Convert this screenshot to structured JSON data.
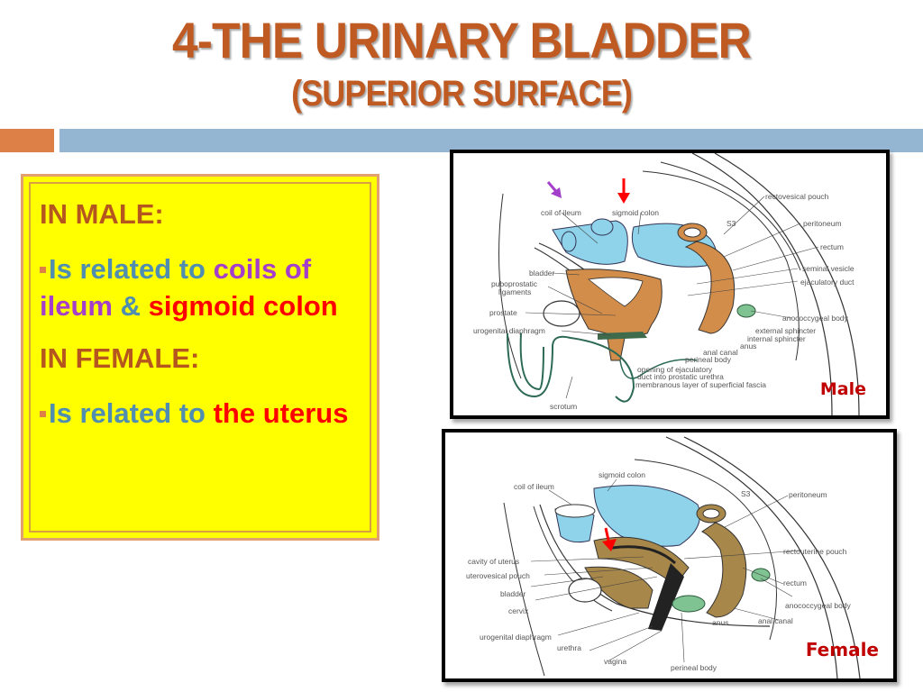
{
  "slide": {
    "title": "4-THE URINARY BLADDER",
    "subtitle": "(SUPERIOR SURFACE)",
    "colors": {
      "title": "#bf5a23",
      "accent_orange": "#dd8047",
      "accent_blue": "#94b6d2",
      "box_background": "#ffff00",
      "text_blue": "#4f8db1",
      "text_purple": "#a43fcb",
      "text_red": "#ff0000",
      "caption_red": "#c00000"
    }
  },
  "info_box": {
    "male_heading": "IN MALE:",
    "male_point": {
      "part1": "Is related to ",
      "part2": "coils of ileum",
      "part3": " & ",
      "part4": "sigmoid colon"
    },
    "female_heading": "IN FEMALE:",
    "female_point": {
      "part1": "Is related to ",
      "part2": "the uterus"
    }
  },
  "male_diagram": {
    "caption": "Male",
    "labels": {
      "coil_of_ileum": "coil of  ileum",
      "sigmoid_colon": "sigmoid colon",
      "rectovesical_pouch": "rectovesical pouch",
      "s3": "S3",
      "peritoneum": "peritoneum",
      "rectum": "rectum",
      "seminal_vesicle": "seminal vesicle",
      "ejaculatory_duct": "ejaculatory duct",
      "bladder": "bladder",
      "puboprostatic_1": "puboprostatic",
      "puboprostatic_2": "ligaments",
      "prostate": "prostate",
      "urogenital_diaphragm": "urogenital diaphragm",
      "anococcygeal_body": "anococcygeal body",
      "external_sphincter": "external sphincter",
      "internal_sphincter": "internal sphincter",
      "anus": "anus",
      "anal_canal": "anal canal",
      "perineal_body": "perineal body",
      "opening_1": "opening of ejaculatory",
      "opening_2": "duct into prostatic urethra",
      "membranous": "membranous layer of superficial fascia",
      "scrotum": "scrotum"
    },
    "arrows": [
      {
        "target": "coil of ileum",
        "color": "#a43fcb"
      },
      {
        "target": "sigmoid colon",
        "color": "#ff0000"
      }
    ]
  },
  "female_diagram": {
    "caption": "Female",
    "labels": {
      "sigmoid_colon": "sigmoid colon",
      "coil_of_ileum": "coil of  ileum",
      "s3": "S3",
      "peritoneum": "peritoneum",
      "cavity_of_uterus": "cavity of uterus",
      "uterovesical_pouch": "uterovesical pouch",
      "rectouterine_pouch": "rectouterine pouch",
      "bladder": "bladder",
      "rectum": "rectum",
      "cervix": "cervix",
      "anococcygeal_body": "anococcygeal body",
      "anus": "anus",
      "anal_canal": "anal canal",
      "urogenital_diaphragm": "urogenital diaphragm",
      "urethra": "urethra",
      "vagina": "vagina",
      "perineal_body": "perineal body"
    },
    "arrows": [
      {
        "target": "uterus",
        "color": "#ff0000"
      }
    ]
  }
}
